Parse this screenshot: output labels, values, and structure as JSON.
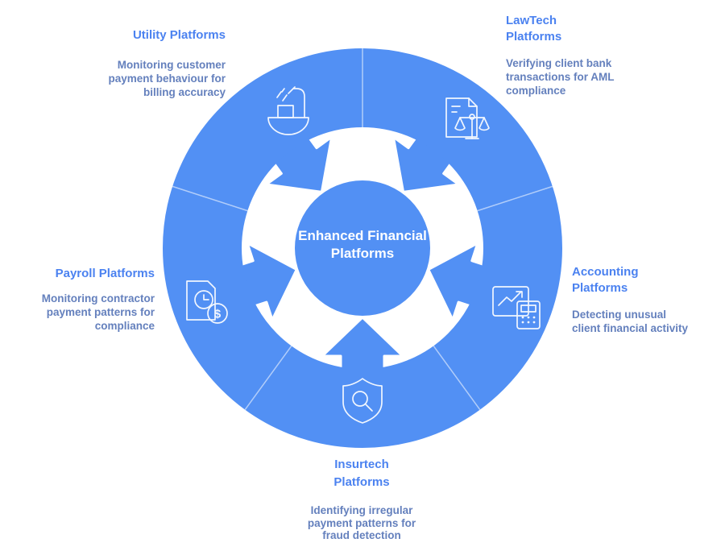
{
  "diagram_type": "circular-cycle-hub",
  "center": {
    "label": "Enhanced Financial\nPlatforms"
  },
  "colors": {
    "ring_blue": "#5290f4",
    "heading_blue": "#4b82f0",
    "description_blue": "#6480bd",
    "icon_stroke": "#ffffff",
    "divider_line": "#ffffff",
    "background": "#ffffff",
    "center_text": "#ffffff"
  },
  "icons": {
    "dollar_symbol": "$"
  },
  "segments": [
    {
      "id": "utility",
      "title": "Utility Platforms",
      "description": "Monitoring customer\npayment behaviour for\nbilling accuracy",
      "icon": "bathtub-shower-icon"
    },
    {
      "id": "lawtech",
      "title": "LawTech\nPlatforms",
      "description": "Verifying client bank\ntransactions for AML\ncompliance",
      "icon": "document-scales-icon"
    },
    {
      "id": "accounting",
      "title": "Accounting\nPlatforms",
      "description": "Detecting unusual\nclient financial activity",
      "icon": "chart-calculator-icon"
    },
    {
      "id": "payroll",
      "title": "Payroll Platforms",
      "description": "Monitoring contractor\npayment patterns for\ncompliance",
      "icon": "document-clock-dollar-icon"
    },
    {
      "id": "insurtech",
      "title": "Insurtech\nPlatforms",
      "description": "Identifying irregular\npayment patterns for\nfraud detection",
      "icon": "shield-magnifier-icon"
    }
  ]
}
